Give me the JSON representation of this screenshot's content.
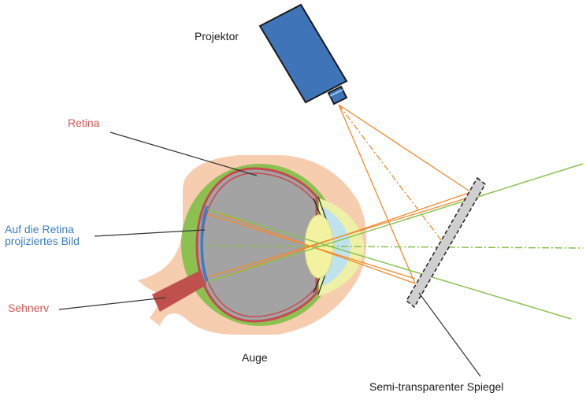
{
  "labels": {
    "projector": "Projektor",
    "retina": "Retina",
    "projected_image_line1": "Auf die Retina",
    "projected_image_line2": "projiziertes Bild",
    "optic_nerve": "Sehnerv",
    "eye": "Auge",
    "mirror": "Semi-transparenter Spiegel"
  },
  "colors": {
    "retina_label": "#d9534f",
    "projected_label": "#3a7dc9",
    "optic_nerve_label": "#d9534f",
    "projector_body": "#3f74b8",
    "skin": "#f7cdb0",
    "eye_green": "#8cc152",
    "vitreous": "#a3a3a3",
    "retina_line": "#c8484f",
    "lens": "#f2f2a0",
    "cornea_fluid": "#bfe3ee",
    "nerve": "#c0504d",
    "orange_rays": "#f08a30",
    "green_rays": "#8cc152",
    "mirror_fill": "#cfcfcf"
  }
}
